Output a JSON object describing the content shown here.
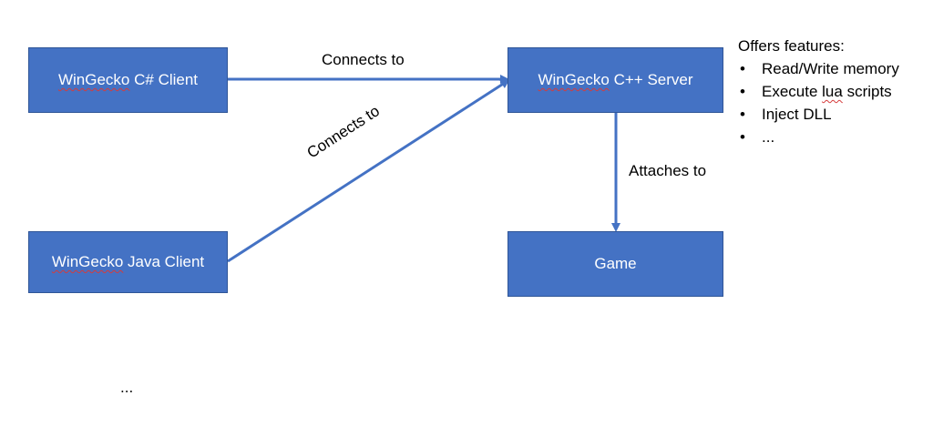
{
  "colors": {
    "box_fill": "#4472c4",
    "box_border": "#2f5597",
    "box_text": "#ffffff",
    "connector": "#4472c4",
    "spellcheck_underline": "#d63b3b"
  },
  "nodes": {
    "csharp_client": {
      "brand": "WinGecko",
      "rest": " C# Client"
    },
    "cpp_server": {
      "brand": "WinGecko",
      "rest": " C++ Server"
    },
    "java_client": {
      "brand": "WinGecko",
      "rest": " Java Client"
    },
    "game": {
      "label": "Game"
    }
  },
  "edges": {
    "csharp_to_server": "Connects to",
    "java_to_server": "Connects to",
    "server_to_game": "Attaches to"
  },
  "features": {
    "heading": "Offers features:",
    "items": [
      {
        "bullet": "•",
        "pre": "Read/Write memory",
        "underlined": "",
        "post": ""
      },
      {
        "bullet": "•",
        "pre": "Execute ",
        "underlined": "lua",
        "post": " scripts"
      },
      {
        "bullet": "•",
        "pre": "Inject DLL",
        "underlined": "",
        "post": ""
      },
      {
        "bullet": "•",
        "pre": "...",
        "underlined": "",
        "post": ""
      }
    ]
  },
  "more_clients": "..."
}
